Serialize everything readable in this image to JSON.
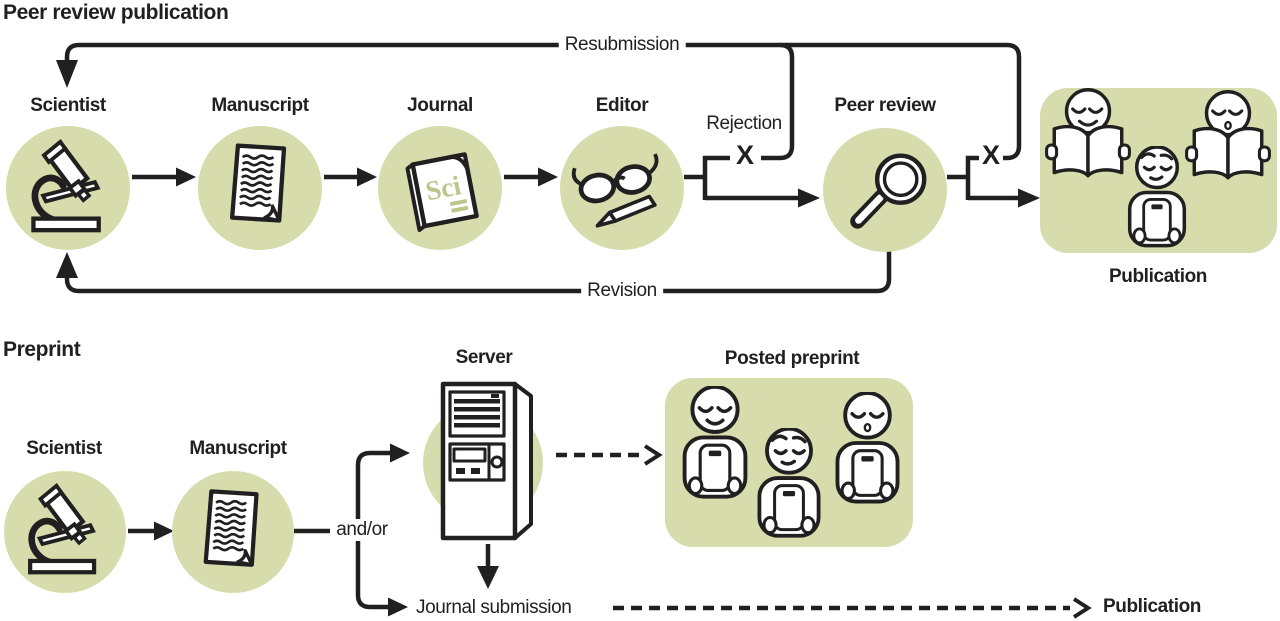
{
  "palette": {
    "green": "#d6dcab",
    "ink": "#221f20",
    "scigreen": "#bcc68c",
    "bg": "#ffffff"
  },
  "peer": {
    "title": "Peer review publication",
    "nodes": {
      "scientist": "Scientist",
      "manuscript": "Manuscript",
      "journal": "Journal",
      "editor": "Editor",
      "peer_review": "Peer review",
      "publication": "Publication"
    },
    "journal_cover_text": "Sci",
    "flow_labels": {
      "resubmission": "Resubmission",
      "rejection": "Rejection",
      "revision": "Revision"
    },
    "reject_mark": "X",
    "accept_mark": "X"
  },
  "preprint": {
    "title": "Preprint",
    "nodes": {
      "scientist": "Scientist",
      "manuscript": "Manuscript",
      "server": "Server",
      "posted_preprint": "Posted preprint"
    },
    "flow_labels": {
      "and_or": "and/or",
      "journal_submission": "Journal submission",
      "publication": "Publication"
    }
  }
}
